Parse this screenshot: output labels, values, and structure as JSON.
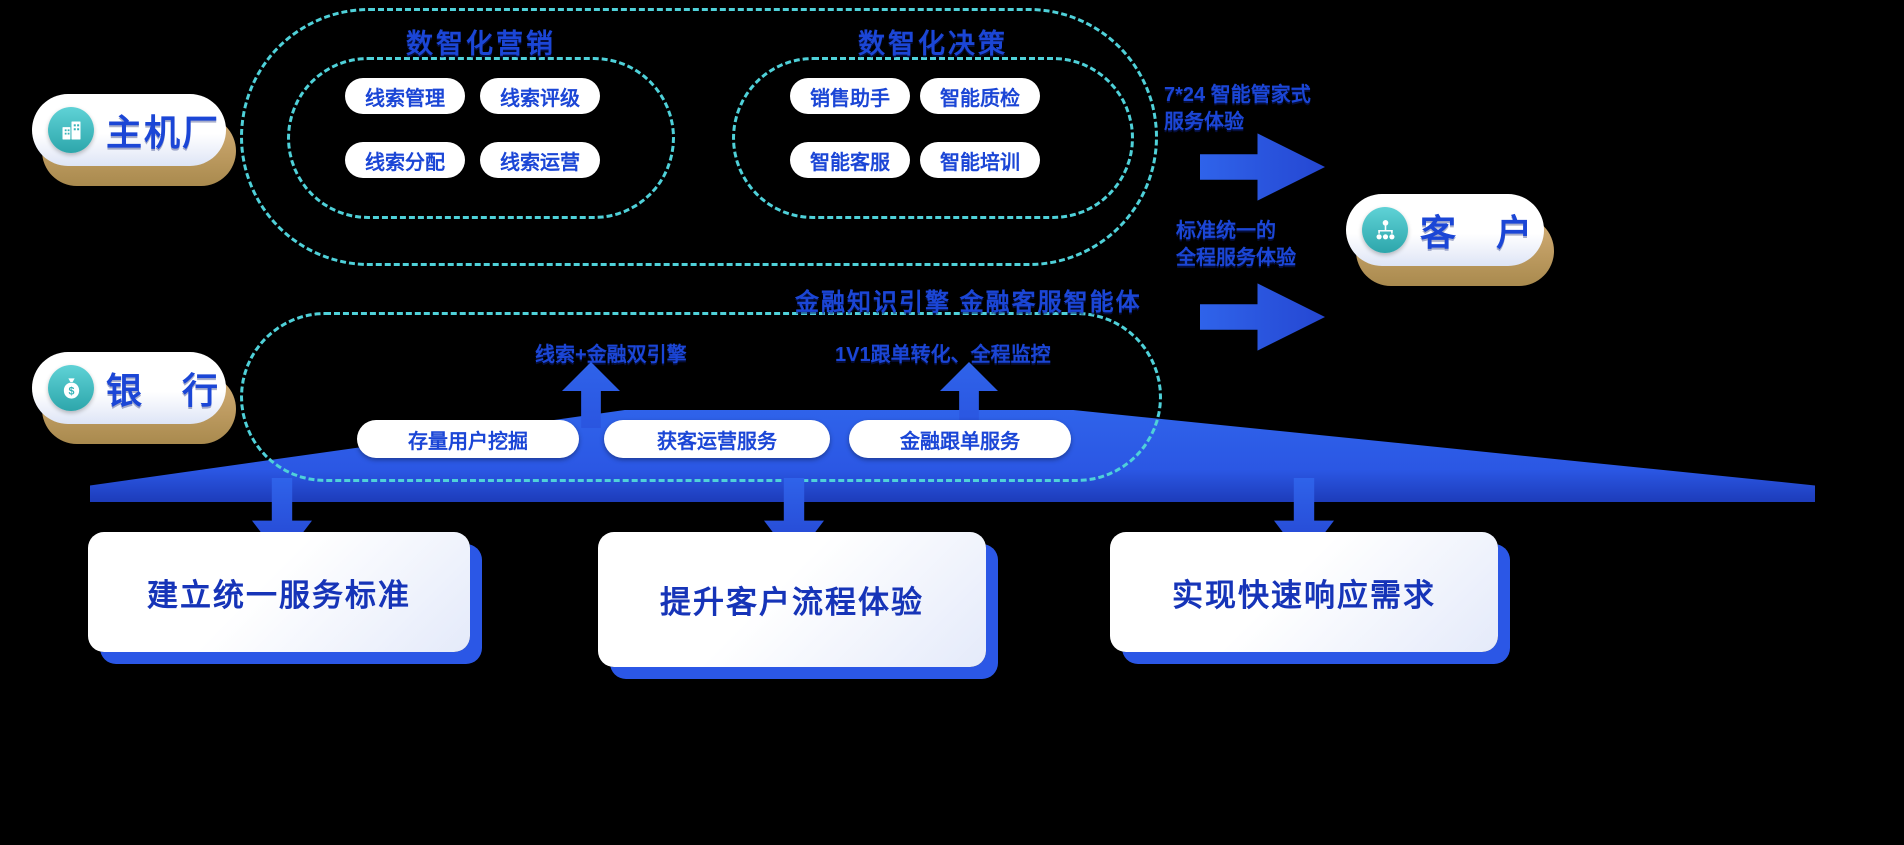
{
  "palette": {
    "accent": "#1B46D6",
    "teal": "#4FD1D9",
    "arrow": "#2B57E6",
    "tan": "#C9A36B",
    "card_text": "#1634B8",
    "icon_teal": "#35B3B8"
  },
  "actors": {
    "oem": {
      "label": "主机厂",
      "icon": "factory-building-icon"
    },
    "bank": {
      "label": "银　行",
      "icon": "money-bag-icon"
    },
    "customer": {
      "label": "客　户",
      "icon": "org-people-icon"
    }
  },
  "marketing": {
    "title": "数智化营销",
    "items": [
      "线索管理",
      "线索评级",
      "线索分配",
      "线索运营"
    ]
  },
  "decision": {
    "title": "数智化决策",
    "items": [
      "销售助手",
      "智能质检",
      "智能客服",
      "智能培训"
    ]
  },
  "right_flow": {
    "arrow1_line1": "7*24 智能管家式",
    "arrow1_line2": "服务体验",
    "arrow2_line1": "标准统一的",
    "arrow2_line2": "全程服务体验"
  },
  "finance": {
    "title": "金融知识引擎  金融客服智能体",
    "note_left": "线索+金融双引擎",
    "note_right": "1V1跟单转化、全程监控",
    "pills": [
      "存量用户挖掘",
      "获客运营服务",
      "金融跟单服务"
    ]
  },
  "bottom": {
    "cards": [
      "建立统一服务标准",
      "提升客户流程体验",
      "实现快速响应需求"
    ]
  }
}
